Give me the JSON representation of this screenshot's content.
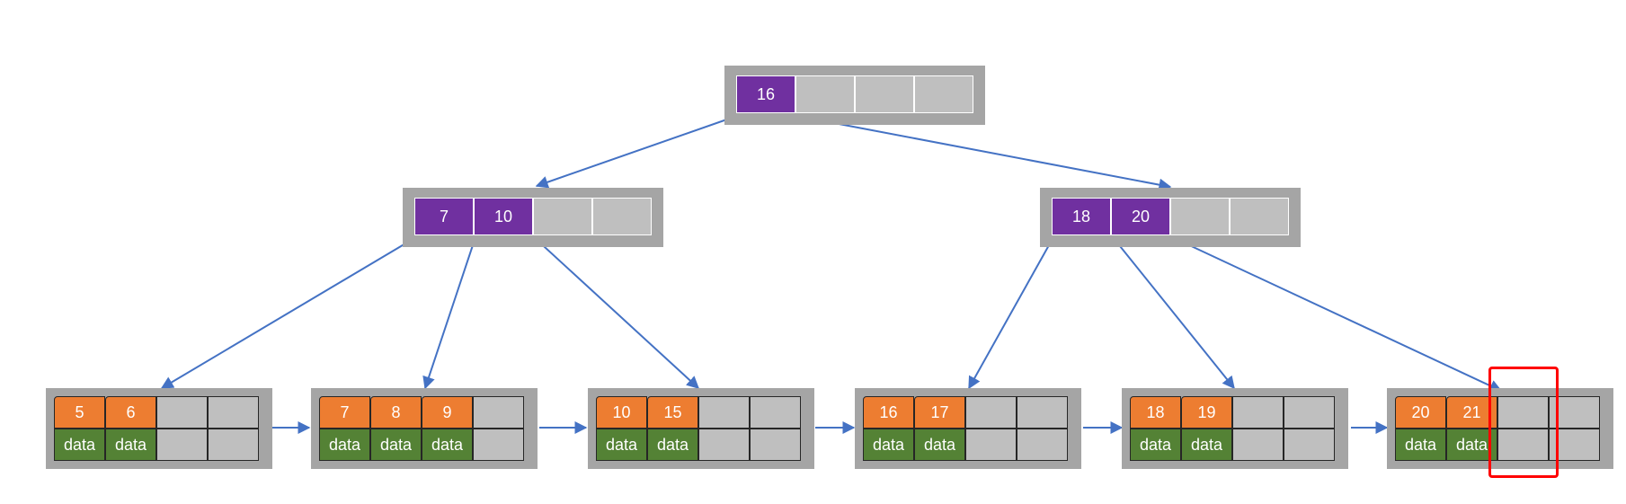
{
  "colors": {
    "internal_key": "#7030a0",
    "leaf_key": "#ed7d31",
    "leaf_data": "#548235",
    "empty_slot": "#bfbfbf",
    "node_frame": "#a5a5a5",
    "edge": "#4472c4",
    "highlight": "#ff0000"
  },
  "root": {
    "keys": [
      "16",
      "",
      "",
      ""
    ]
  },
  "internal": [
    {
      "keys": [
        "7",
        "10",
        "",
        ""
      ]
    },
    {
      "keys": [
        "18",
        "20",
        "",
        ""
      ]
    }
  ],
  "leaves": [
    {
      "keys": [
        "5",
        "6",
        "",
        ""
      ],
      "data": [
        "data",
        "data",
        "",
        ""
      ]
    },
    {
      "keys": [
        "7",
        "8",
        "9",
        ""
      ],
      "data": [
        "data",
        "data",
        "data",
        ""
      ]
    },
    {
      "keys": [
        "10",
        "15",
        "",
        ""
      ],
      "data": [
        "data",
        "data",
        "",
        ""
      ]
    },
    {
      "keys": [
        "16",
        "17",
        "",
        ""
      ],
      "data": [
        "data",
        "data",
        "",
        ""
      ]
    },
    {
      "keys": [
        "18",
        "19",
        "",
        ""
      ],
      "data": [
        "data",
        "data",
        "",
        ""
      ]
    },
    {
      "keys": [
        "20",
        "21",
        "",
        ""
      ],
      "data": [
        "data",
        "data",
        "",
        ""
      ]
    }
  ]
}
